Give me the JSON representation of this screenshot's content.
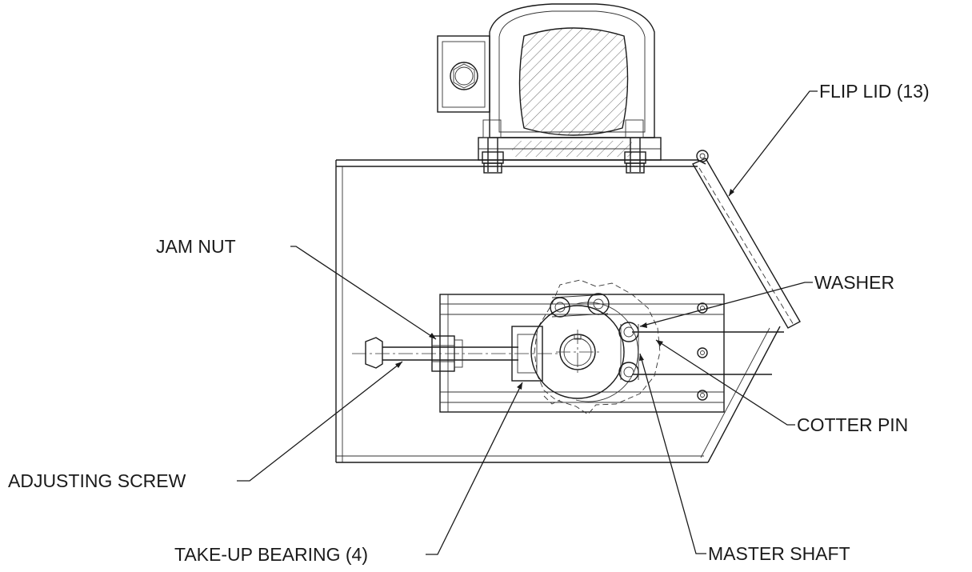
{
  "callouts": {
    "flip_lid": "FLIP LID (13)",
    "jam_nut": "JAM NUT",
    "washer": "WASHER",
    "cotter_pin": "COTTER PIN",
    "adjusting_screw": "ADJUSTING SCREW",
    "take_up_bearing": "TAKE-UP BEARING (4)",
    "master_shaft": "MASTER SHAFT"
  }
}
